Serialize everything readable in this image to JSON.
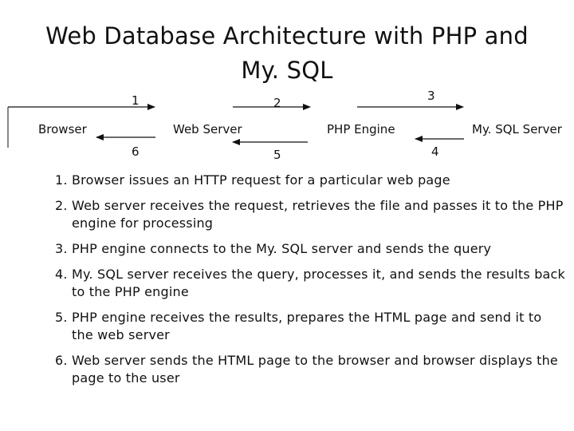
{
  "title": {
    "line1": "Web Database Architecture with PHP and",
    "line2": "My. SQL"
  },
  "diagram": {
    "nodes": {
      "browser": "Browser",
      "web_server": "Web Server",
      "php_engine": "PHP Engine",
      "mysql_server": "My. SQL Server"
    },
    "arrow_numbers": {
      "a1": "1",
      "a2": "2",
      "a3": "3",
      "a4": "4",
      "a5": "5",
      "a6": "6"
    }
  },
  "steps": [
    "Browser issues an HTTP request for a particular web page",
    "Web server receives the request, retrieves the file and passes it to the PHP engine for processing",
    "PHP engine connects to the My. SQL server and sends the query",
    "My. SQL server receives the query, processes it, and sends the results back to the PHP engine",
    "PHP engine receives the results, prepares the HTML page and send it to the web server",
    "Web server sends the HTML page to the browser and browser displays the page to the user"
  ]
}
